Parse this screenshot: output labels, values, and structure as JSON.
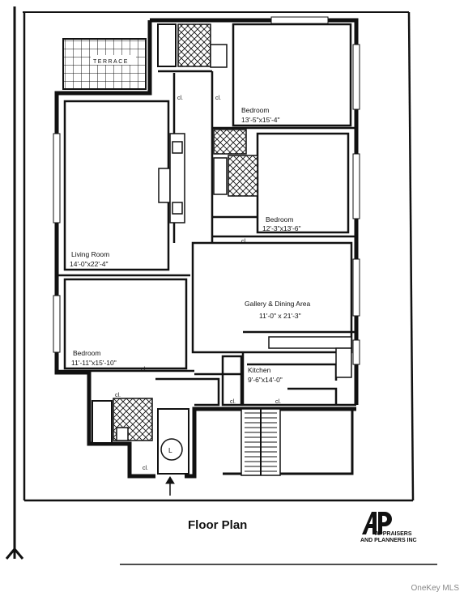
{
  "plan": {
    "terrace_label": "TERRACE",
    "closet_label": "cl.",
    "elevator_label": "L",
    "rooms": [
      {
        "name": "Bedroom",
        "dims": "13'-5\"x15'-4\""
      },
      {
        "name": "Bedroom",
        "dims": "12'-3\"x13'-6\""
      },
      {
        "name": "Living Room",
        "dims": "14'-0\"x22'-4\""
      },
      {
        "name": "Gallery & Dining Area",
        "dims": "11'-0\" x 21'-3\""
      },
      {
        "name": "Bedroom",
        "dims": "11'-11\"x15'-10\""
      },
      {
        "name": "Kitchen",
        "dims": "9'-6\"x14'-0\""
      }
    ]
  },
  "caption": "Floor Plan",
  "logo": {
    "mark": "AP",
    "line1": "APPRAISERS",
    "line2": "AND PLANNERS INC"
  },
  "watermark": "OneKey MLS",
  "colors": {
    "line": "#111111",
    "paper": "#ffffff"
  }
}
